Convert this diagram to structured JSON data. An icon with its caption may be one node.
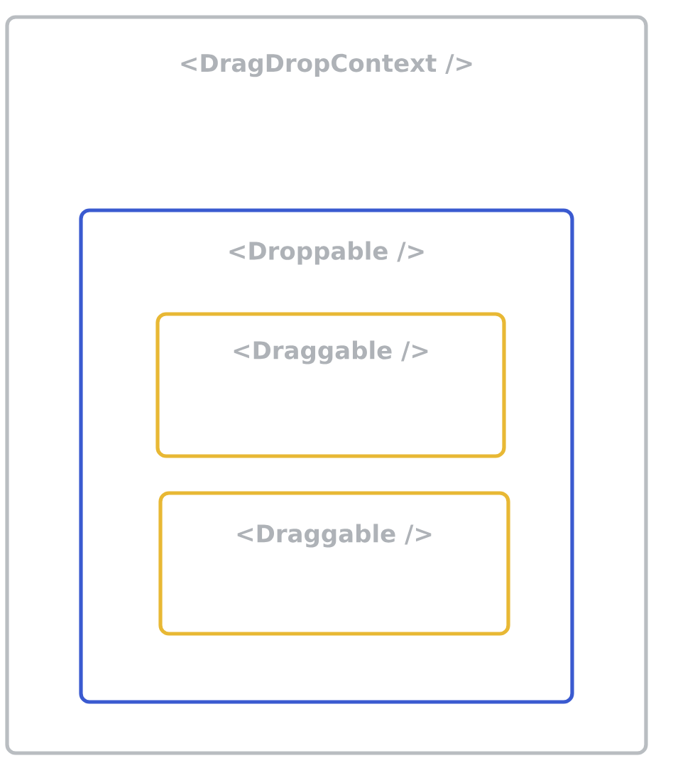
{
  "diagram": {
    "nodes": [
      {
        "text": [
          "<DragDropContext />"
        ]
      },
      {
        "text": [
          "<Droppable />"
        ],
        "in": 0
      },
      {
        "text": [
          "<Draggable />"
        ],
        "in": 1
      },
      {
        "text": [
          "<Draggable />"
        ],
        "in": 1
      }
    ]
  }
}
